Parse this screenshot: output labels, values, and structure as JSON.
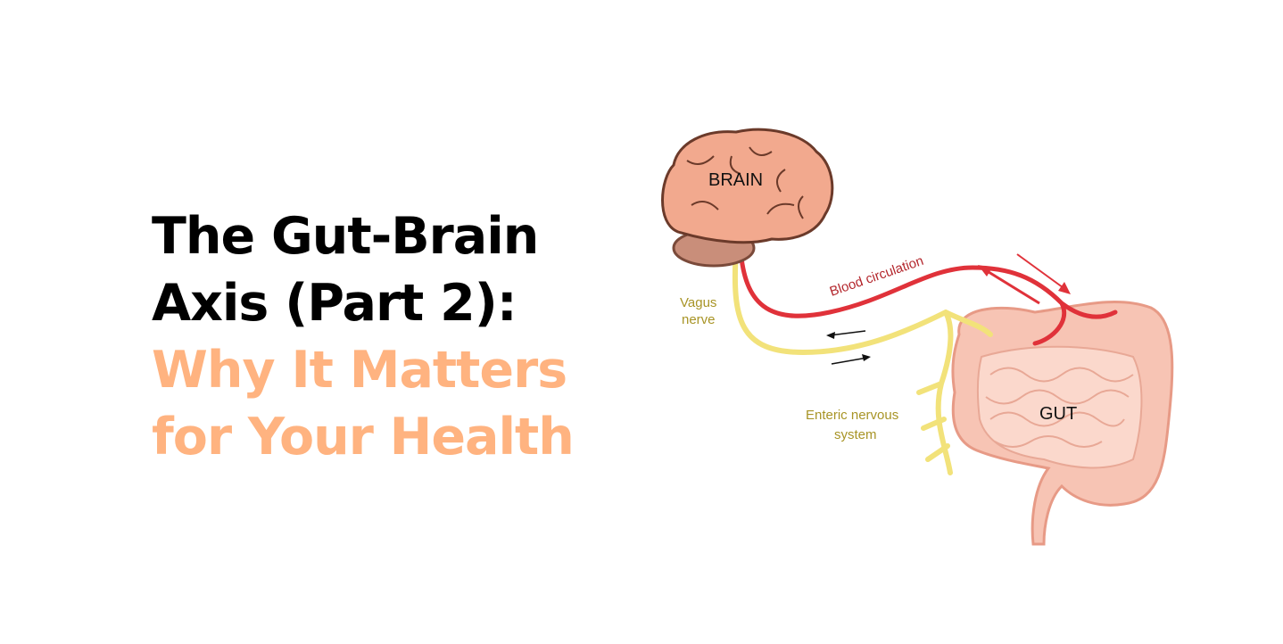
{
  "title": {
    "line1": "The Gut-Brain",
    "line2": "Axis (Part 2):",
    "line3": "Why It Matters",
    "line4": "for Your Health"
  },
  "diagram": {
    "brain_label": "BRAIN",
    "gut_label": "GUT",
    "blood_label": "Blood circulation",
    "vagus_label_1": "Vagus",
    "vagus_label_2": "nerve",
    "enteric_label_1": "Enteric nervous",
    "enteric_label_2": "system"
  },
  "colors": {
    "accent": "#FFB380",
    "brain": "#F2A98E",
    "gut": "#F7C4B4",
    "nerve": "#F2E27A",
    "blood": "#E0323A",
    "label_olive": "#A89426",
    "label_red": "#B3262C"
  }
}
